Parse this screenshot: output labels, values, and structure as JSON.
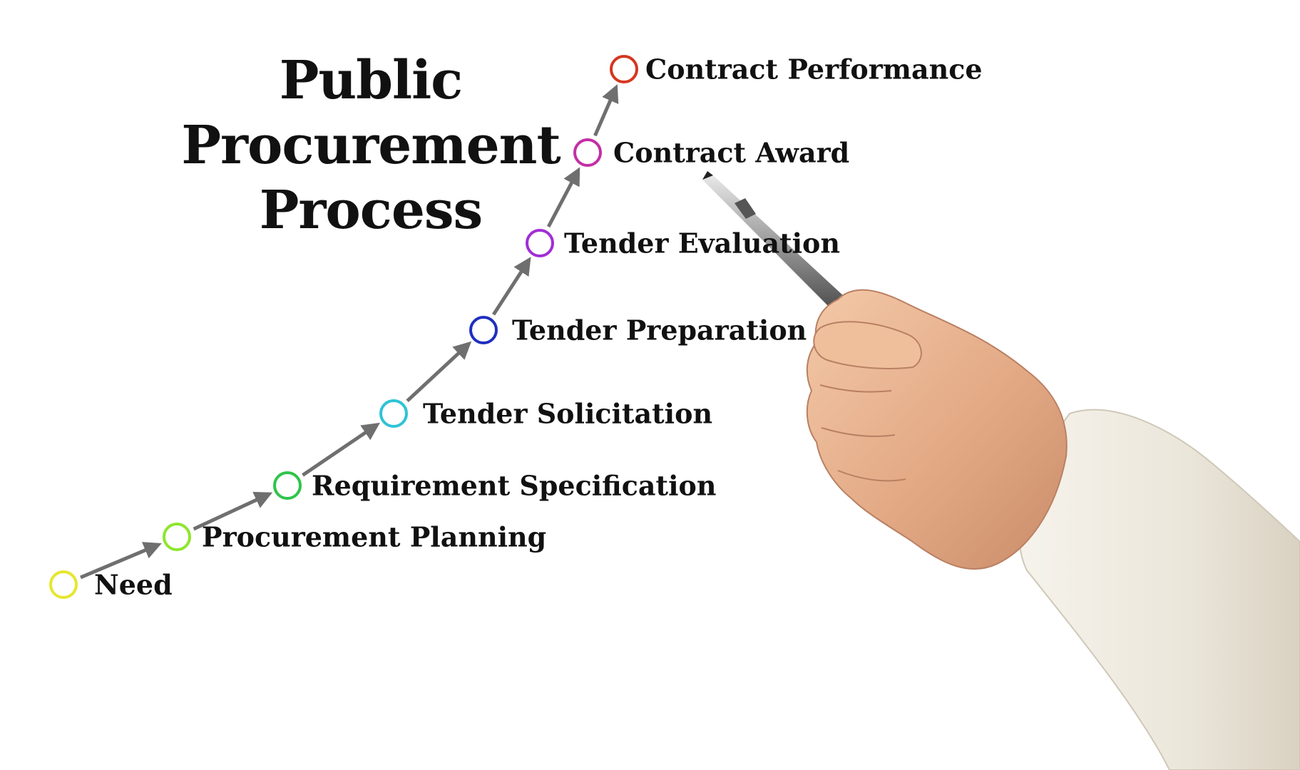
{
  "title": {
    "line1": "Public",
    "line2": "Procurement",
    "line3": "Process"
  },
  "steps": [
    {
      "label": "Need",
      "color": "#e6e62e"
    },
    {
      "label": "Procurement Planning",
      "color": "#8ee62e"
    },
    {
      "label": "Requirement Specification",
      "color": "#2ec44a"
    },
    {
      "label": "Tender Solicitation",
      "color": "#2ec3d6"
    },
    {
      "label": "Tender Preparation",
      "color": "#1f2fbf"
    },
    {
      "label": "Tender Evaluation",
      "color": "#a12ed6"
    },
    {
      "label": "Contract Award",
      "color": "#c42ea6"
    },
    {
      "label": "Contract Performance",
      "color": "#d6361f"
    }
  ],
  "arrow_color": "#6f6f6f"
}
